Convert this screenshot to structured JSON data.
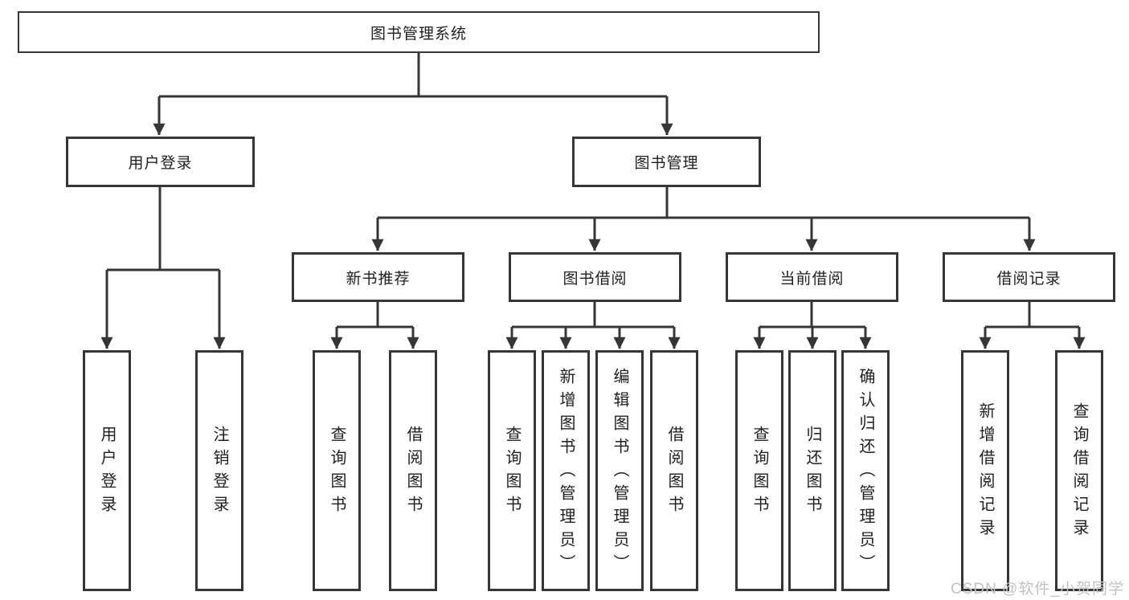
{
  "diagram": {
    "root": {
      "label": "图书管理系统"
    },
    "branches": {
      "user_login": {
        "label": "用户登录",
        "children": [
          "用户登录",
          "注销登录"
        ]
      },
      "book_management": {
        "label": "图书管理",
        "sections": {
          "new_book_recommend": {
            "label": "新书推荐",
            "children": [
              "查询图书",
              "借阅图书"
            ]
          },
          "book_borrowing": {
            "label": "图书借阅",
            "children": [
              "查询图书",
              "新增图书（管理员）",
              "编辑图书（管理员）",
              "借阅图书"
            ]
          },
          "current_borrowing": {
            "label": "当前借阅",
            "children": [
              "查询图书",
              "归还图书",
              "确认归还（管理员）"
            ]
          },
          "borrowing_records": {
            "label": "借阅记录",
            "children": [
              "新增借阅记录",
              "查询借阅记录"
            ]
          }
        }
      }
    }
  },
  "watermark": {
    "text": "CSDN @软件_小贺同学"
  },
  "colors": {
    "line": "#363636",
    "border": "#363636",
    "text": "#1f1f1f",
    "watermark": "#c3c3c3",
    "background": "#ffffff"
  }
}
